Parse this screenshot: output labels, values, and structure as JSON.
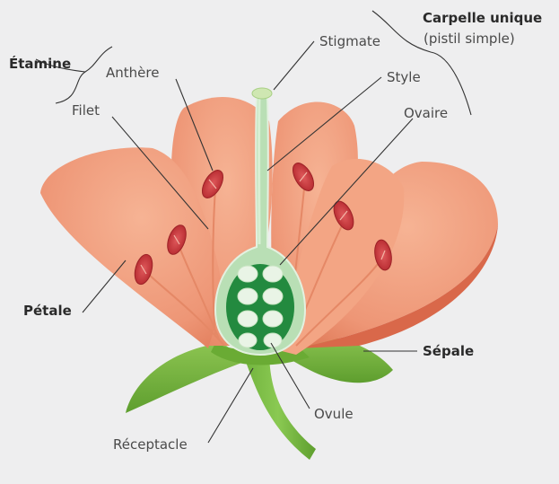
{
  "labels": {
    "etamine": "Étamine",
    "anthere": "Anthère",
    "filet": "Filet",
    "stigmate": "Stigmate",
    "carpelle_unique": "Carpelle unique",
    "pistil_simple": "(pistil simple)",
    "style": "Style",
    "ovaire": "Ovaire",
    "petale": "Pétale",
    "sepale": "Sépale",
    "ovule": "Ovule",
    "receptacle": "Réceptacle"
  },
  "colors": {
    "background": "#eeeeef",
    "petal": "#f0a07e",
    "petal_dark": "#d86c4c",
    "anther": "#c23a3e",
    "pistil": "#a9d8a9",
    "ovary_inside": "#238a3f",
    "sepal": "#73b43d",
    "leader_line": "#333333"
  }
}
